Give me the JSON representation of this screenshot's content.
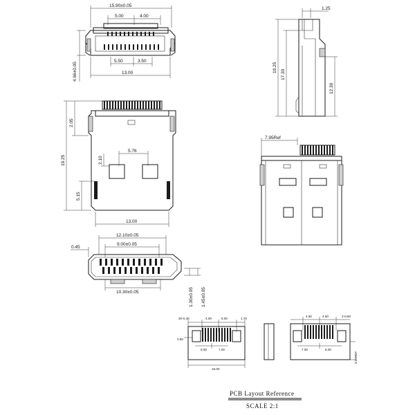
{
  "front_view": {
    "overall_width": "15.90±0.05",
    "top_left_pitch": "5.00",
    "top_right_pitch": "4.00",
    "bottom_left_pitch": "5.50",
    "bottom_right_pitch": "3.50",
    "body_width": "13.00",
    "height": "4.66±0.05"
  },
  "side_view": {
    "tab": "1.25",
    "total_height": "19.25",
    "inner_height": "17.30",
    "right_height": "12.30"
  },
  "top_view": {
    "total_length": "19.25",
    "front_offset": "2.05",
    "window_width": "5.76",
    "window_height": "2.10",
    "rear_height": "5.15",
    "body_width": "13.00"
  },
  "bottom_view": {
    "ref": "7.95Ref"
  },
  "pin_view": {
    "overall_width": "12.10±0.05",
    "inner_width": "9.00±0.05",
    "left_offset": "0.45",
    "bottom_width": "10.30±0.05",
    "height_a": "1.30±0.05",
    "height_b": "1.45±0.05"
  },
  "pcb_left": {
    "a": "20-0.40",
    "b": "4.00",
    "c": "5.00",
    "d": "1.70",
    "e": "0.60",
    "f": "6.00",
    "g": "7.00",
    "h": "16.00"
  },
  "pcb_right": {
    "a": "4.50",
    "b": "4.50",
    "c": "2-0.80",
    "d": "7.00",
    "e": "6.00",
    "f": "3.00REF"
  },
  "caption": {
    "title": "PCB Layout Reference",
    "scale": "SCALE 2:1"
  }
}
